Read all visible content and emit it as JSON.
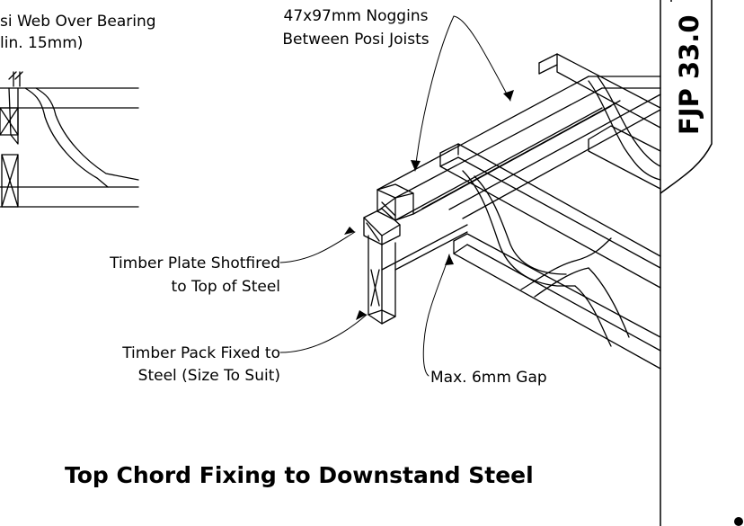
{
  "labels": {
    "web_over_bearing_1": "si Web Over Bearing",
    "web_over_bearing_2": "lin. 15mm)",
    "noggins_1": "47x97mm Noggins",
    "noggins_2": "Between Posi Joists",
    "plate_1": "Timber Plate Shotfired",
    "plate_2": "to Top of Steel",
    "pack_1": "Timber Pack Fixed to",
    "pack_2": "Steel (Size To Suit)",
    "gap": "Max. 6mm Gap"
  },
  "title": "Top Chord Fixing to Downstand Steel",
  "reference": "FJP 33.0"
}
